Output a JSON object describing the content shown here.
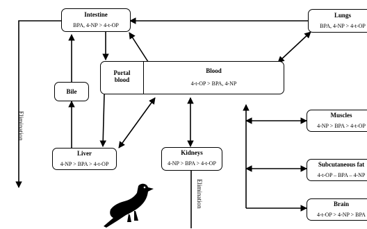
{
  "nodes": {
    "intestine": {
      "title": "Intestine",
      "sub": "BPA, 4-NP > 4-t-OP"
    },
    "lungs": {
      "title": "Lungs",
      "sub": "BPA, 4-NP > 4-t-OP"
    },
    "portal_blood": {
      "title": "Portal\nblood"
    },
    "blood": {
      "title": "Blood",
      "sub": "4-t-OP > BPA, 4-NP"
    },
    "bile": {
      "title": "Bile"
    },
    "liver": {
      "title": "Liver",
      "sub": "4-NP > BPA > 4-t-OP"
    },
    "kidneys": {
      "title": "Kidneys",
      "sub": "4-NP > BPA > 4-t-OP"
    },
    "muscles": {
      "title": "Muscles",
      "sub": "4-NP > BPA > 4-t-OP"
    },
    "subcutaneous_fat": {
      "title": "Subcutaneous fat",
      "sub": "4-t-OP – BPA – 4-NP"
    },
    "brain": {
      "title": "Brain",
      "sub": "4-t-OP > 4-NP > BPA"
    }
  },
  "labels": {
    "elimination_left": "Elimination",
    "elimination_bottom": "Elimination"
  },
  "icons": {
    "bird": "bird-silhouette-icon"
  }
}
